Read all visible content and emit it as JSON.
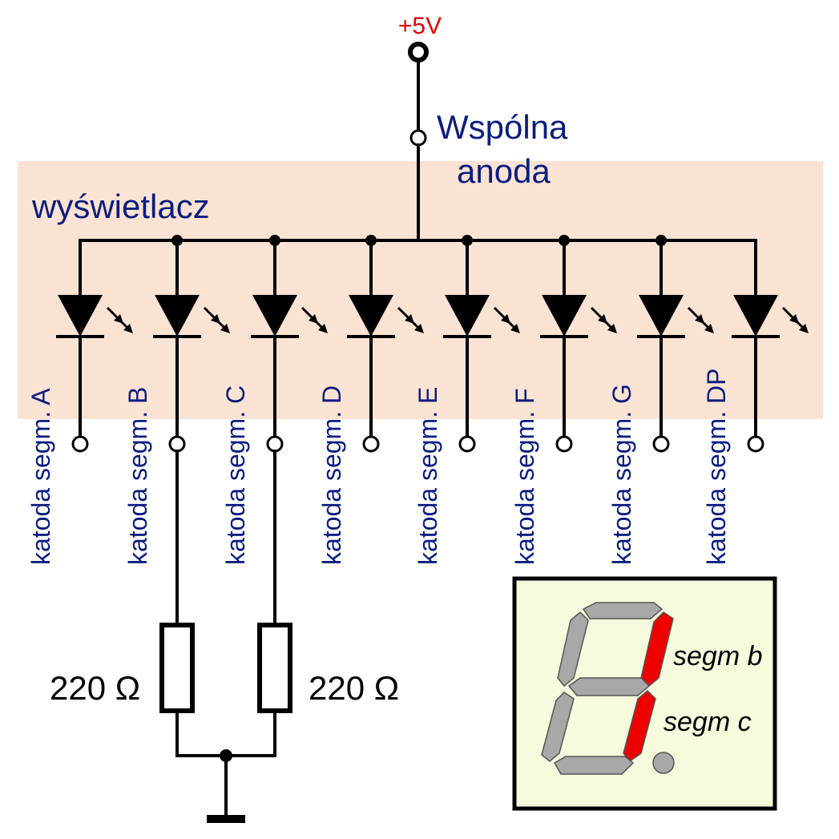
{
  "supply": {
    "label": "+5V",
    "color": "#e00000"
  },
  "anode": {
    "line1": "Wspólna",
    "line2": "anoda"
  },
  "display": {
    "label": "wyświetlacz",
    "bg_color": "#fbe3d3",
    "label_color": "#0b1d80"
  },
  "segments": [
    {
      "cathode_label": "katoda segm. A"
    },
    {
      "cathode_label": "katoda segm. B"
    },
    {
      "cathode_label": "katoda segm. C"
    },
    {
      "cathode_label": "katoda segm. D"
    },
    {
      "cathode_label": "katoda segm. E"
    },
    {
      "cathode_label": "katoda segm. F"
    },
    {
      "cathode_label": "katoda segm. G"
    },
    {
      "cathode_label": "katoda segm. DP"
    }
  ],
  "resistors": [
    {
      "label": "220 Ω"
    },
    {
      "label": "220 Ω"
    }
  ],
  "seven_segment": {
    "lit_segments": [
      "b",
      "c"
    ],
    "lit_color": "#ee0000",
    "off_color": "#a8a8a8",
    "panel_color": "#f5fbdc",
    "labels": {
      "b": "segm b",
      "c": "segm c"
    }
  },
  "icons": [
    "led-diode-icon",
    "ground-icon",
    "resistor-icon",
    "terminal-icon"
  ]
}
